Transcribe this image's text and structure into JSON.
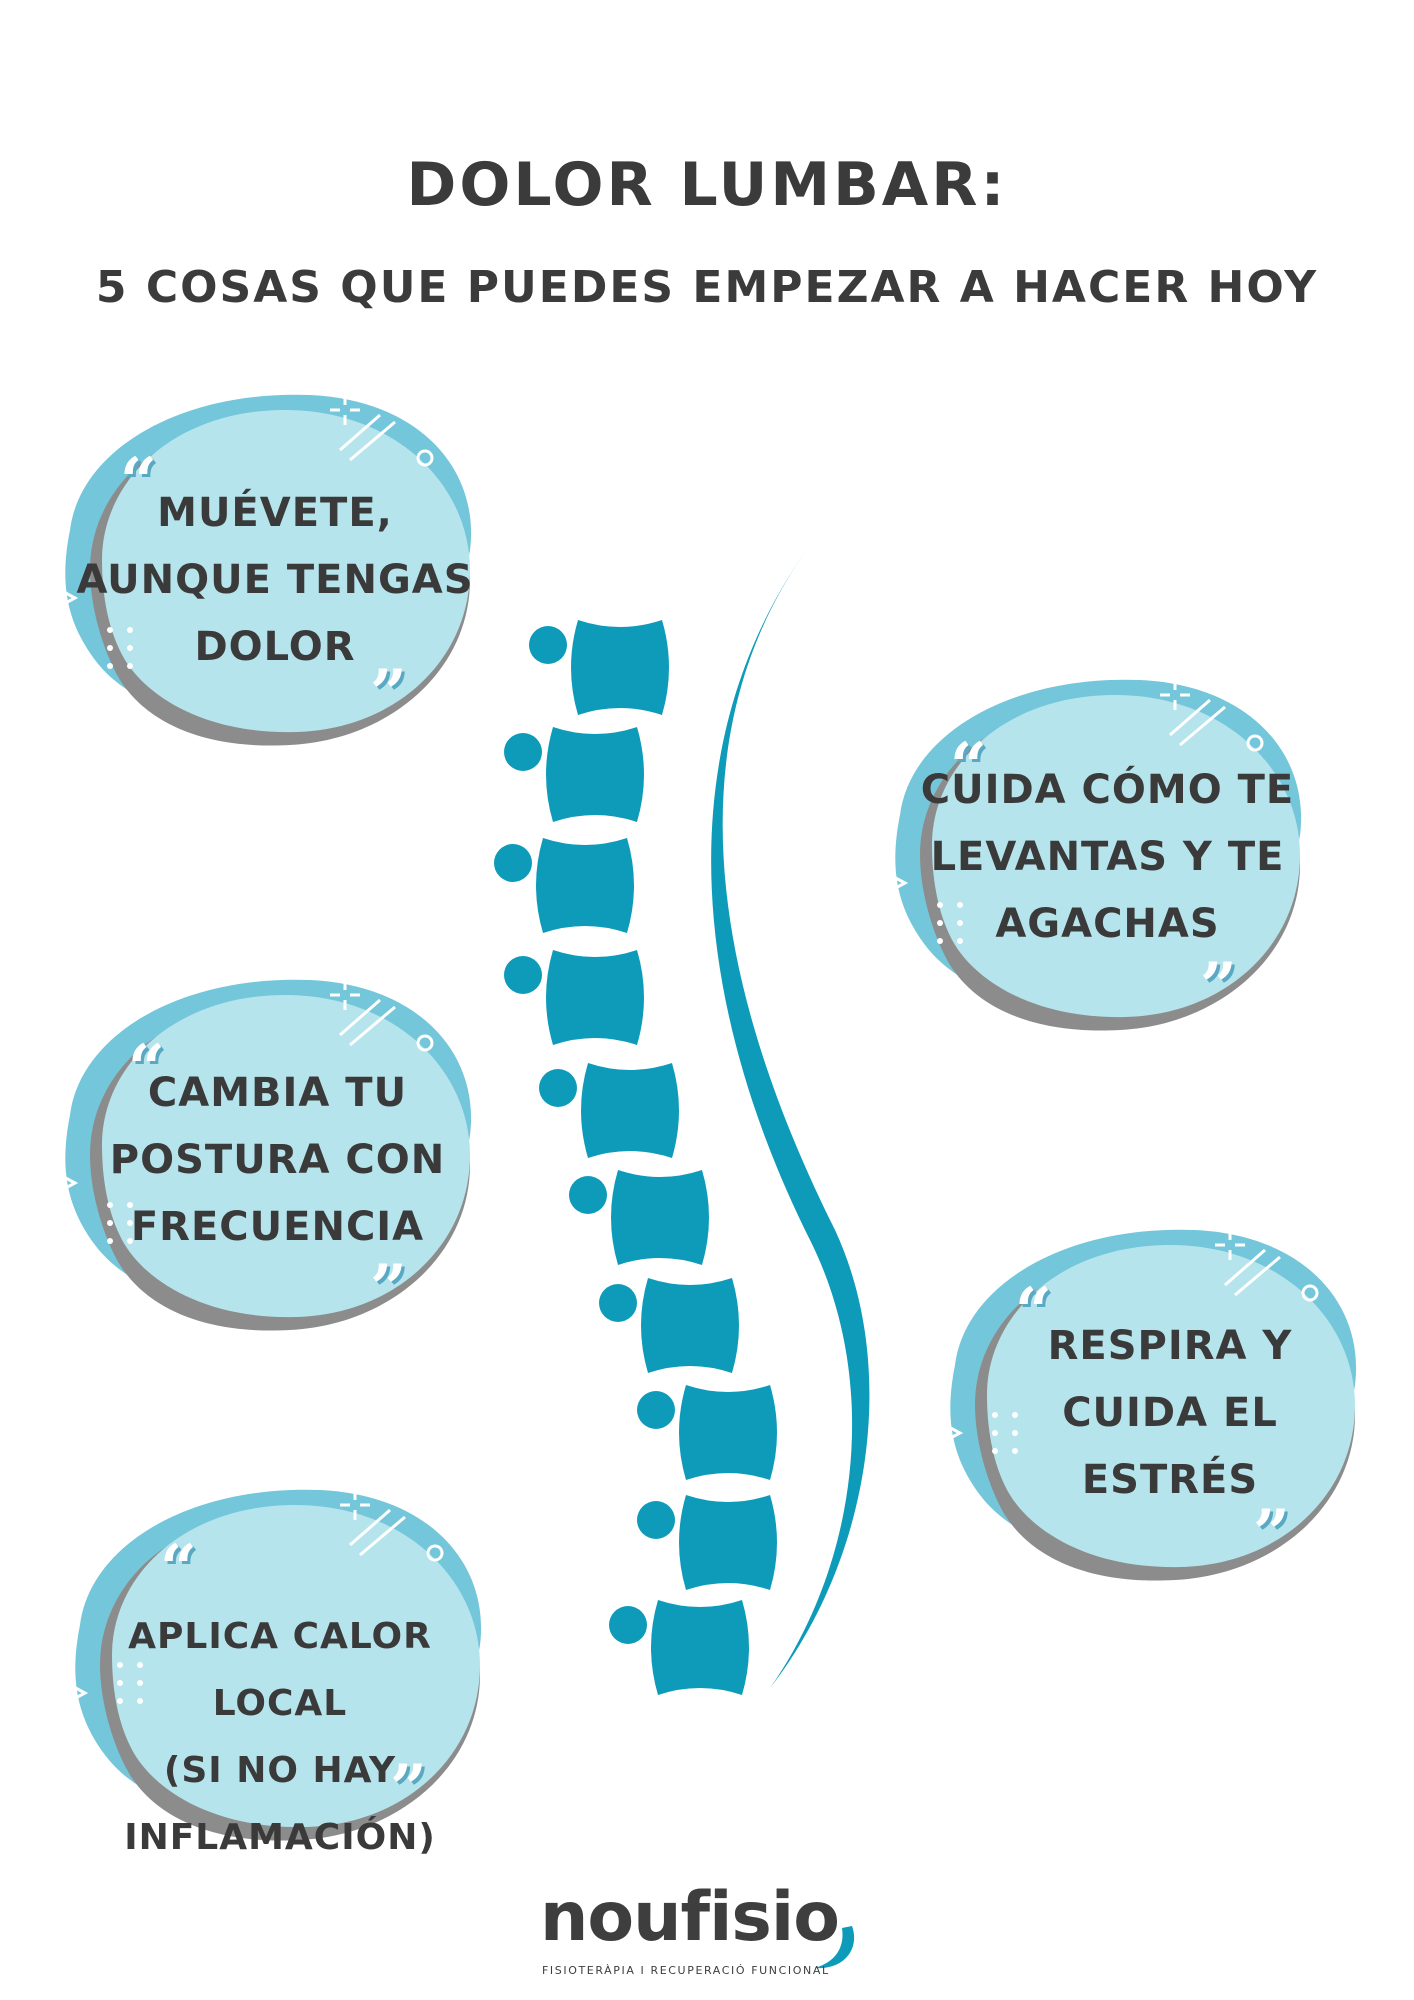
{
  "header": {
    "title": "DOLOR LUMBAR:",
    "subtitle": "5 COSAS QUE PUEDES EMPEZAR A HACER HOY"
  },
  "tips": [
    {
      "lines": [
        "MUÉVETE,",
        "AUNQUE TENGAS",
        "DOLOR"
      ]
    },
    {
      "lines": [
        "CUIDA CÓMO TE",
        "LEVANTAS Y TE",
        "AGACHAS"
      ]
    },
    {
      "lines": [
        "CAMBIA TU",
        "POSTURA CON",
        "FRECUENCIA"
      ]
    },
    {
      "lines": [
        "RESPIRA Y",
        "CUIDA EL",
        "ESTRÉS"
      ]
    },
    {
      "lines": [
        "APLICA CALOR LOCAL",
        "(SI NO HAY",
        "INFLAMACIÓN)"
      ]
    }
  ],
  "quote_marks": {
    "open": "“",
    "close": "”"
  },
  "icons": {
    "illustration": "spine-icon",
    "logo": "noufisio-logo"
  },
  "colors": {
    "blob_back": "#74c6da",
    "blob_front": "#b6e4ec",
    "blob_shadow": "#8c8c8c",
    "spine": "#0d9bb9",
    "text": "#3a3a3a"
  },
  "logo": {
    "word": "noufisio",
    "tagline": "FISIOTERÀPIA I RECUPERACIÓ FUNCIONAL"
  }
}
